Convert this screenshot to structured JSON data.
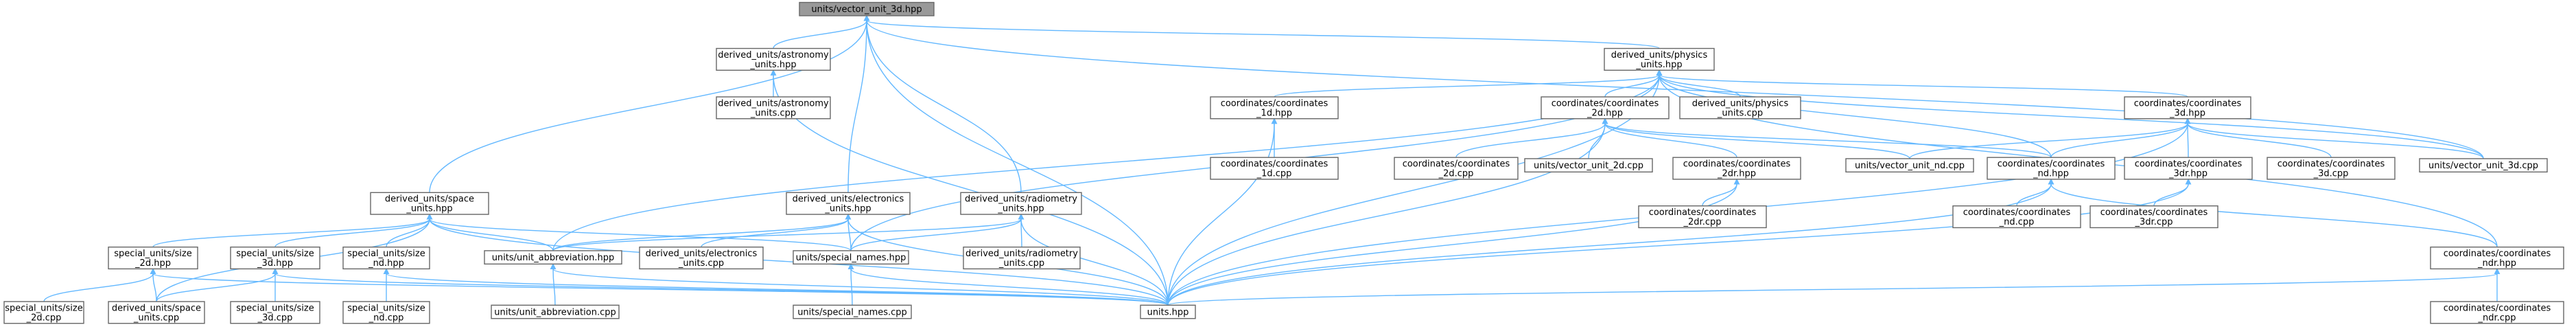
{
  "diagram": {
    "nodes": {
      "n_vector3d_root": [
        "units/vector_unit_3d.hpp"
      ],
      "n_space_hpp": [
        "derived_units/space",
        "_units.hpp"
      ],
      "n_astro_hpp": [
        "derived_units/astronomy",
        "_units.hpp"
      ],
      "n_astro_cpp": [
        "derived_units/astronomy",
        "_units.cpp"
      ],
      "n_elec_hpp": [
        "derived_units/electronics",
        "_units.hpp"
      ],
      "n_radio_hpp": [
        "derived_units/radiometry",
        "_units.hpp"
      ],
      "n_phys_hpp": [
        "derived_units/physics",
        "_units.hpp"
      ],
      "n_sz2d_hpp": [
        "special_units/size",
        "_2d.hpp"
      ],
      "n_sz3d_hpp": [
        "special_units/size",
        "_3d.hpp"
      ],
      "n_sznd_hpp": [
        "special_units/size",
        "_nd.hpp"
      ],
      "n_abbrev_hpp": [
        "units/unit_abbreviation.hpp"
      ],
      "n_elec_cpp": [
        "derived_units/electronics",
        "_units.cpp"
      ],
      "n_special_names_hpp": [
        "units/special_names.hpp"
      ],
      "n_radio_cpp": [
        "derived_units/radiometry",
        "_units.cpp"
      ],
      "n_sz2d_cpp": [
        "special_units/size",
        "_2d.cpp"
      ],
      "n_space_cpp": [
        "derived_units/space",
        "_units.cpp"
      ],
      "n_sz3d_cpp": [
        "special_units/size",
        "_3d.cpp"
      ],
      "n_sznd_cpp": [
        "special_units/size",
        "_nd.cpp"
      ],
      "n_abbrev_cpp": [
        "units/unit_abbreviation.cpp"
      ],
      "n_special_names_cpp": [
        "units/special_names.cpp"
      ],
      "n_units_hpp": [
        "units.hpp"
      ],
      "n_c1d_hpp": [
        "coordinates/coordinates",
        "_1d.hpp"
      ],
      "n_c1d_cpp": [
        "coordinates/coordinates",
        "_1d.cpp"
      ],
      "n_c2d_hpp": [
        "coordinates/coordinates",
        "_2d.hpp"
      ],
      "n_phys_cpp": [
        "derived_units/physics",
        "_units.cpp"
      ],
      "n_c3d_hpp": [
        "coordinates/coordinates",
        "_3d.hpp"
      ],
      "n_c2d_cpp": [
        "coordinates/coordinates",
        "_2d.cpp"
      ],
      "n_vec2d_cpp": [
        "units/vector_unit_2d.cpp"
      ],
      "n_c2dr_hpp": [
        "coordinates/coordinates",
        "_2dr.hpp"
      ],
      "n_c2dr_cpp": [
        "coordinates/coordinates",
        "_2dr.cpp"
      ],
      "n_vecnd_cpp": [
        "units/vector_unit_nd.cpp"
      ],
      "n_cnd_hpp": [
        "coordinates/coordinates",
        "_nd.hpp"
      ],
      "n_cnd_cpp": [
        "coordinates/coordinates",
        "_nd.cpp"
      ],
      "n_c3dr_hpp": [
        "coordinates/coordinates",
        "_3dr.hpp"
      ],
      "n_c3dr_cpp": [
        "coordinates/coordinates",
        "_3dr.cpp"
      ],
      "n_c3d_cpp": [
        "coordinates/coordinates",
        "_3d.cpp"
      ],
      "n_vec3d_cpp": [
        "units/vector_unit_3d.cpp"
      ],
      "n_cndr_hpp": [
        "coordinates/coordinates",
        "_ndr.hpp"
      ],
      "n_cndr_cpp": [
        "coordinates/coordinates",
        "_ndr.cpp"
      ]
    },
    "colors": {
      "edge": "#63b8ff",
      "node_border": "#666666",
      "node_fill": "#ffffff",
      "root_fill": "#999999"
    }
  }
}
